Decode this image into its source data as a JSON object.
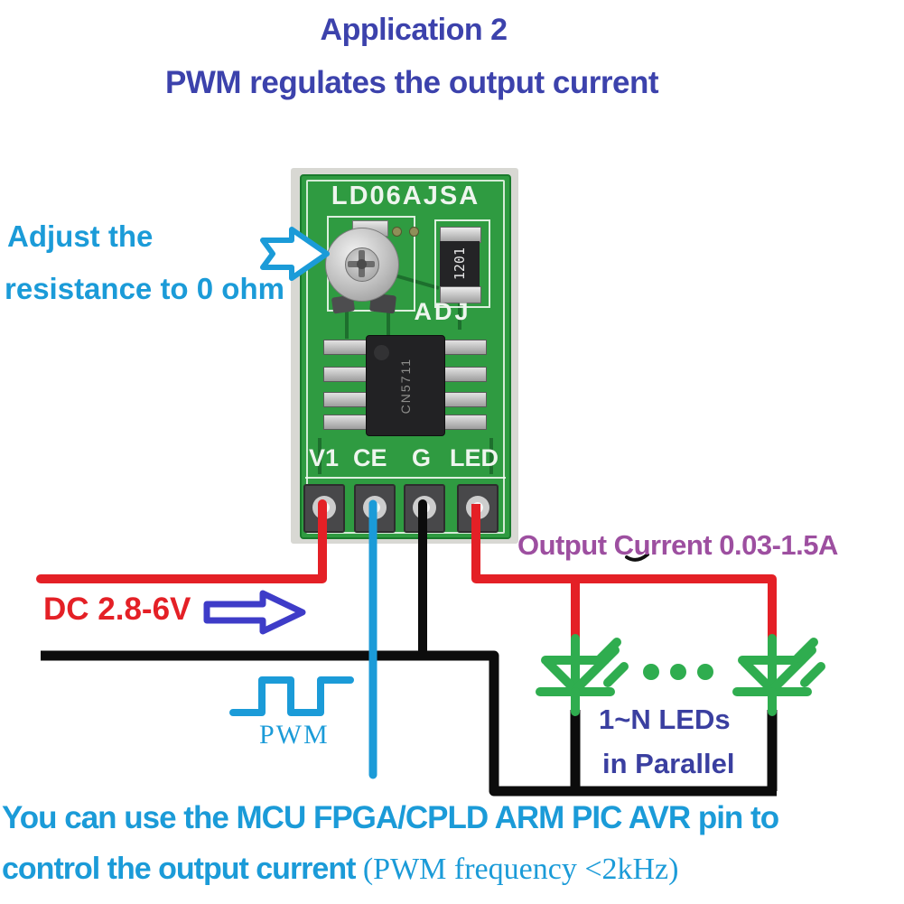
{
  "title": {
    "line1": "Application 2",
    "line2": "PWM regulates the output current"
  },
  "pcb": {
    "model": "LD06AJSA",
    "adjust_label": "ADJ",
    "resistor_code": "1201",
    "ic_label": "CN5711",
    "pins": [
      "V1",
      "CE",
      "G",
      "LED"
    ]
  },
  "annotations": {
    "adjust_line1": "Adjust the",
    "adjust_line2": "resistance to 0 ohm",
    "dc_input": "DC 2.8-6V",
    "output_current": "Output Current 0.03-1.5A",
    "pwm_label": "PWM",
    "leds_line1": "1~N LEDs",
    "leds_line2": "in Parallel",
    "footer_line1": "You can use the MCU FPGA/CPLD ARM PIC AVR  pin to",
    "footer_line2_bold": "control the output current ",
    "footer_line2_serif": "(PWM frequency <2kHz)"
  },
  "colors": {
    "title_blue": "#3c42ac",
    "dark_blue": "#3a3fa0",
    "light_blue": "#1b9bd8",
    "red": "#e42026",
    "purple": "#9d4fa0",
    "green": "#2fad4f",
    "indigo_arrow": "#3e3cc8",
    "black_wire": "#0c0c0c",
    "pcb_green": "#2f9b41",
    "silk": "#eef5ee"
  }
}
